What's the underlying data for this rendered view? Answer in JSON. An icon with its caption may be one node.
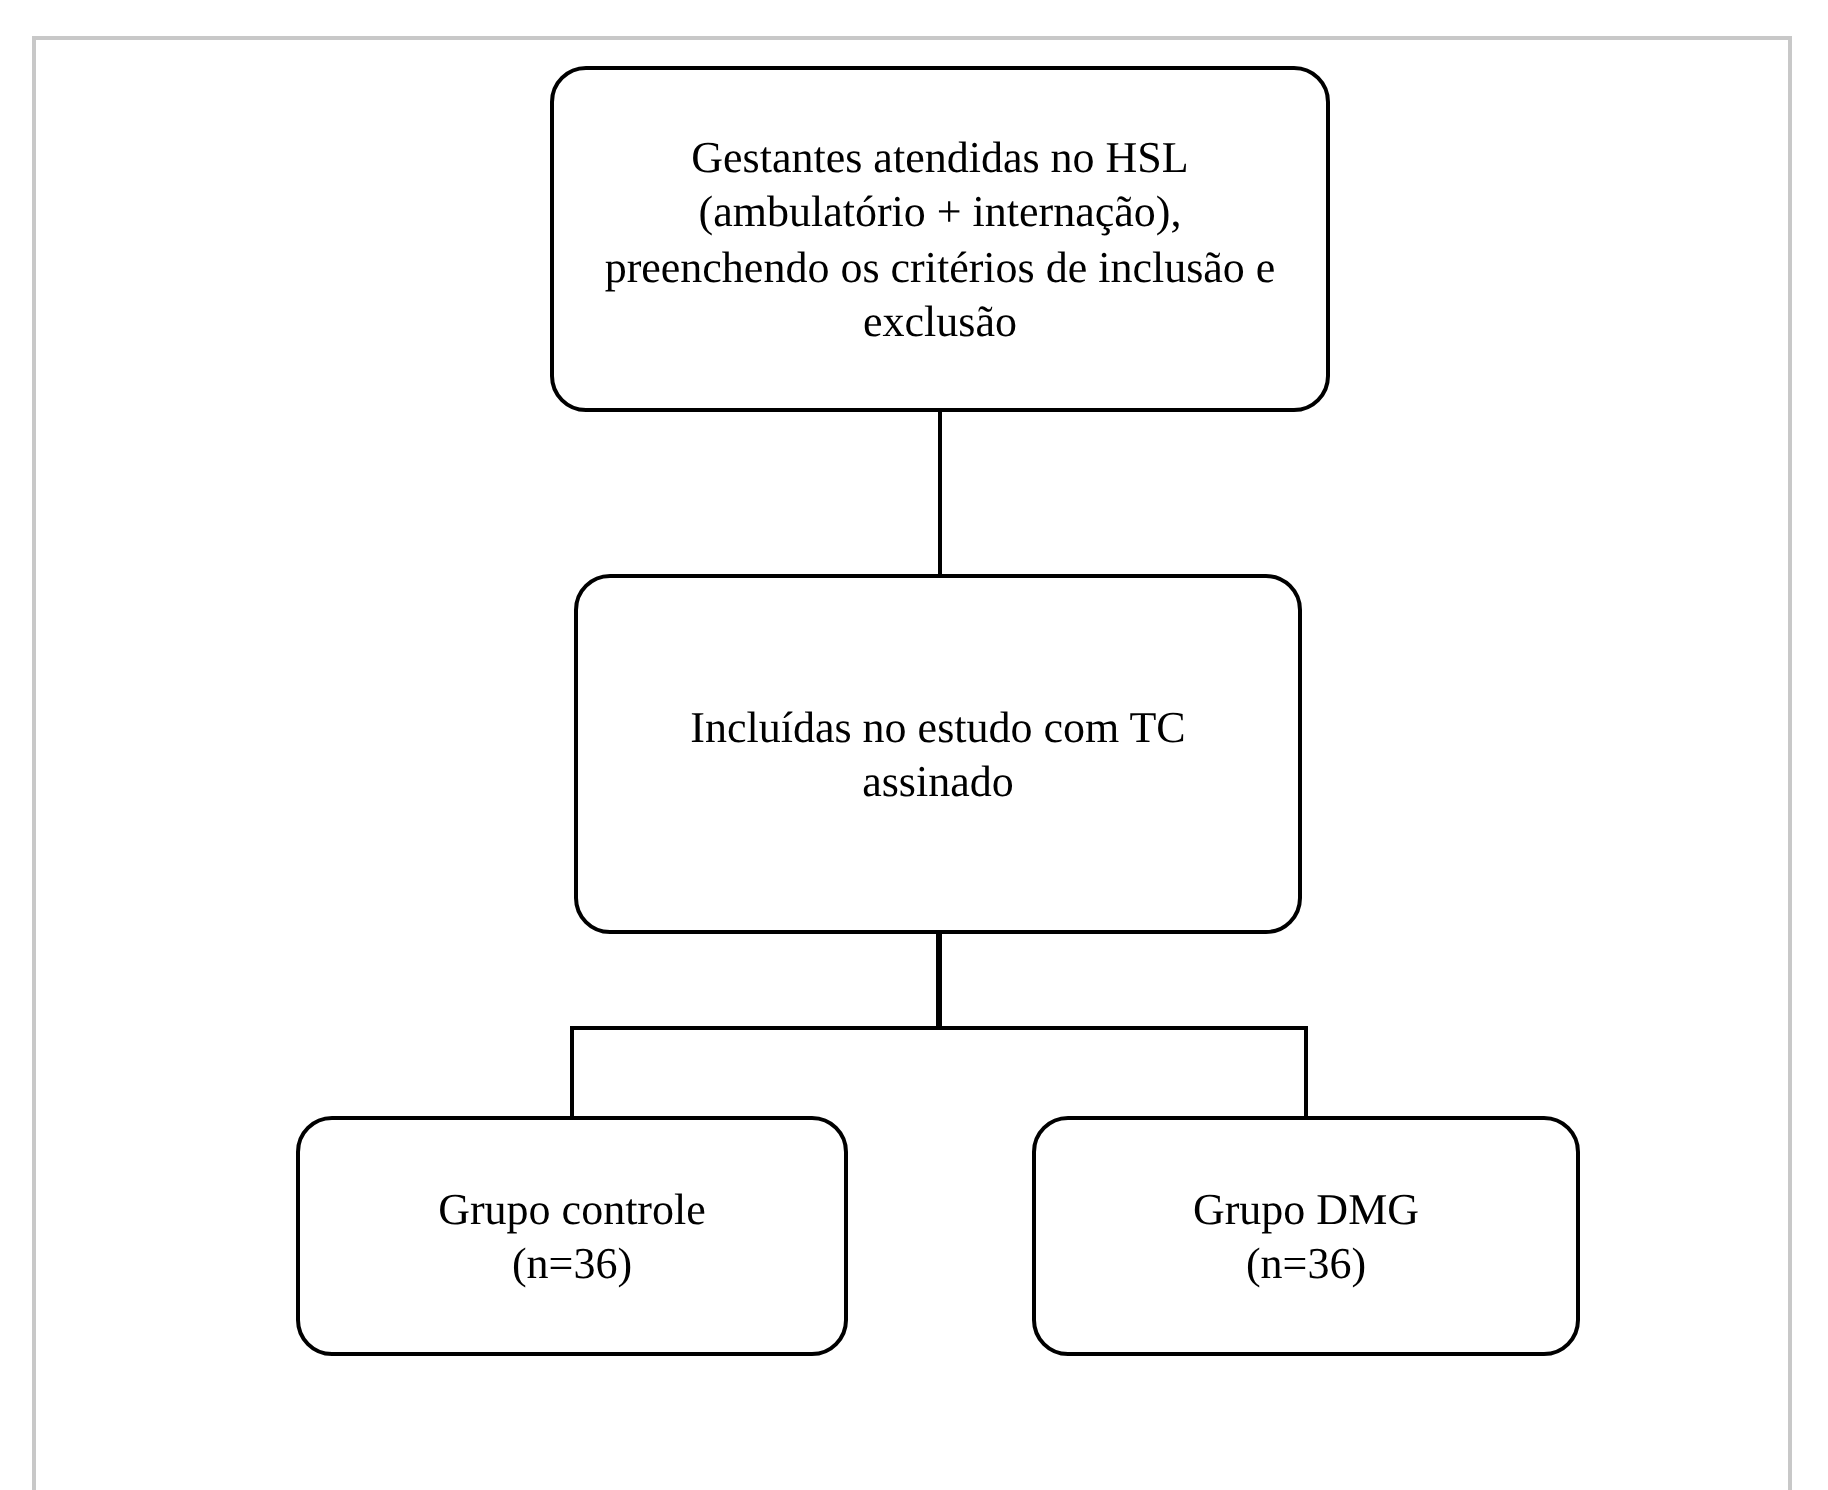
{
  "diagram": {
    "nodes": [
      {
        "text": [
          "Gestantes atendidas no HSL (ambulatório + internação), preenchendo os critérios de inclusão e exclusão"
        ]
      },
      {
        "text": [
          "Incluídas no estudo com TC assinado"
        ]
      },
      {
        "text": [
          "Grupo controle (n=36)"
        ]
      },
      {
        "text": [
          "Grupo DMG (n=36)"
        ]
      }
    ],
    "edges": [
      {
        "from": 0,
        "to": 1,
        "arrow": "none"
      },
      {
        "from": 1,
        "to": 2,
        "arrow": "none"
      },
      {
        "from": 1,
        "to": 3,
        "arrow": "none"
      }
    ]
  }
}
